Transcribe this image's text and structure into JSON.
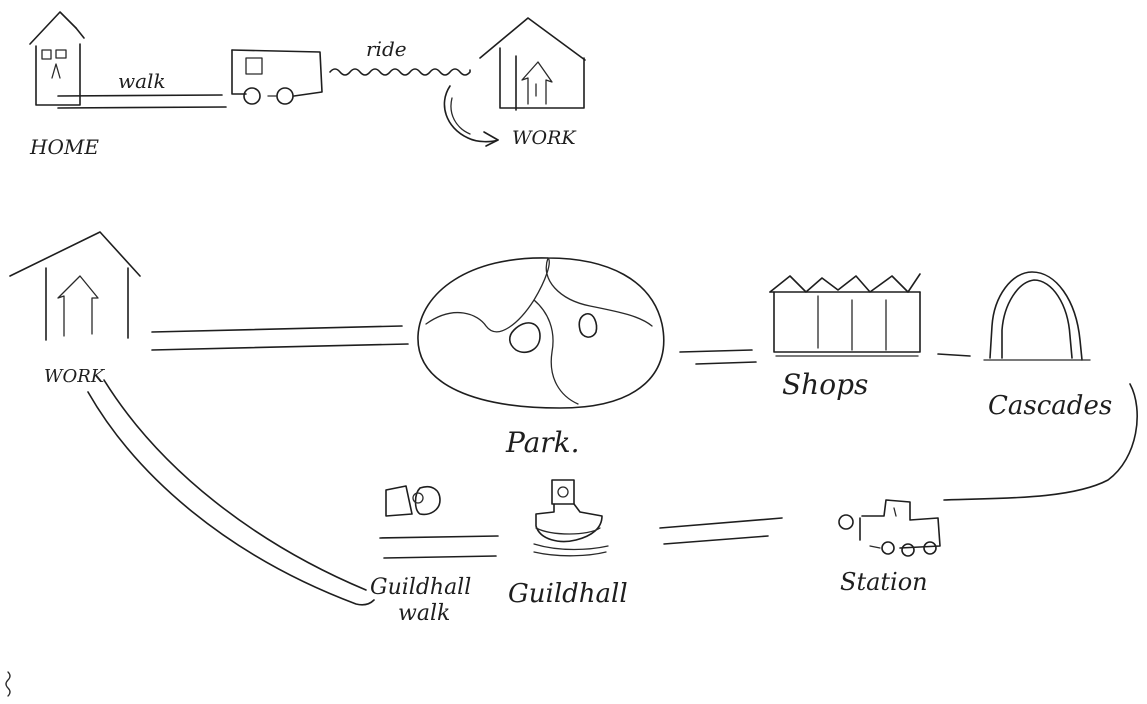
{
  "accent_colors": {
    "ink": "#1e1e1e",
    "paper": "#ffffff"
  },
  "top_journey": {
    "home_label": "HOME",
    "walk_label": "walk",
    "ride_label": "ride",
    "work_label": "WORK"
  },
  "route": {
    "work_label": "WORK",
    "park_label": "Park.",
    "shops_label": "Shops",
    "cascades_label": "Cascades",
    "station_label": "Station",
    "guildhall_label": "Guildhall",
    "guildhall_walk_label_line1": "Guildhall",
    "guildhall_walk_label_line2": "walk"
  }
}
